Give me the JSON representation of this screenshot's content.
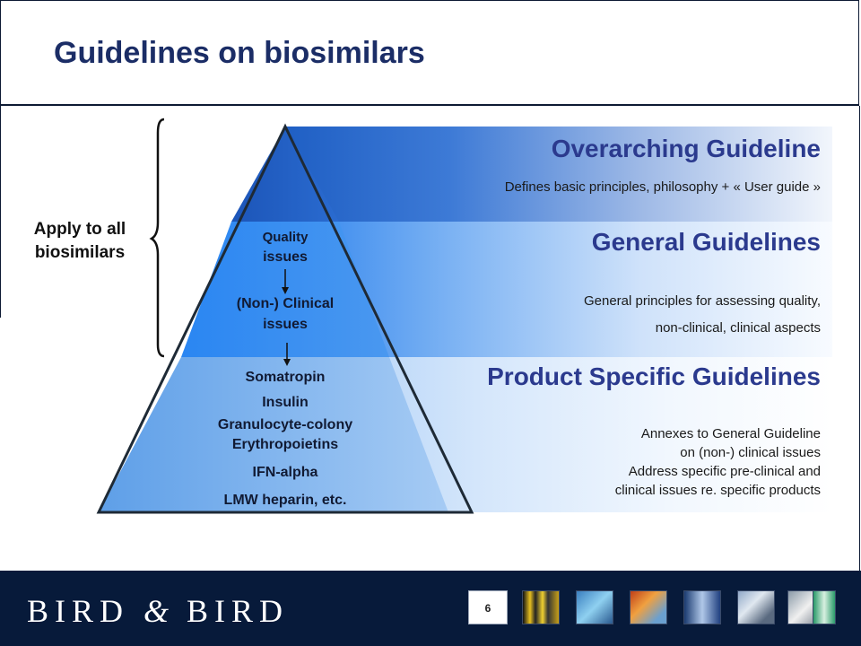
{
  "slide": {
    "title": "Guidelines on biosimilars",
    "page_number": "6"
  },
  "left_label": {
    "line1": "Apply to all",
    "line2": "biosimilars"
  },
  "tiers": {
    "overarching": {
      "heading": "Overarching Guideline",
      "description": "Defines basic principles, philosophy + « User guide »"
    },
    "general": {
      "heading": "General Guidelines",
      "description_line1": "General principles for assessing quality,",
      "description_line2": "non-clinical, clinical aspects"
    },
    "product_specific": {
      "heading": "Product Specific Guidelines",
      "description_lines": [
        "Annexes to General Guideline",
        "on (non-) clinical issues",
        "Address specific pre-clinical and",
        "clinical issues re. specific products"
      ]
    }
  },
  "pyramid": {
    "middle_items": [
      "Quality",
      "issues",
      "(Non-) Clinical",
      "issues"
    ],
    "products": [
      "Somatropin",
      "Insulin",
      "Granulocyte-colony",
      "Erythropoietins",
      "IFN-alpha",
      "LMW heparin, etc."
    ]
  },
  "footer": {
    "logo_part1": "BIRD",
    "logo_amp": "&",
    "logo_part2": "BIRD",
    "thumbnails": [
      "thumb-1",
      "thumb-2",
      "thumb-3",
      "thumb-4",
      "thumb-5",
      "thumb-6",
      "thumb-7"
    ]
  },
  "colors": {
    "title": "#1b2d66",
    "heading": "#2b3a8e",
    "footer": "#071a3a",
    "top_tier": "#1f5fc4",
    "middle_tier": "#2f84ee",
    "bottom_tier": "#a9cdf6"
  }
}
